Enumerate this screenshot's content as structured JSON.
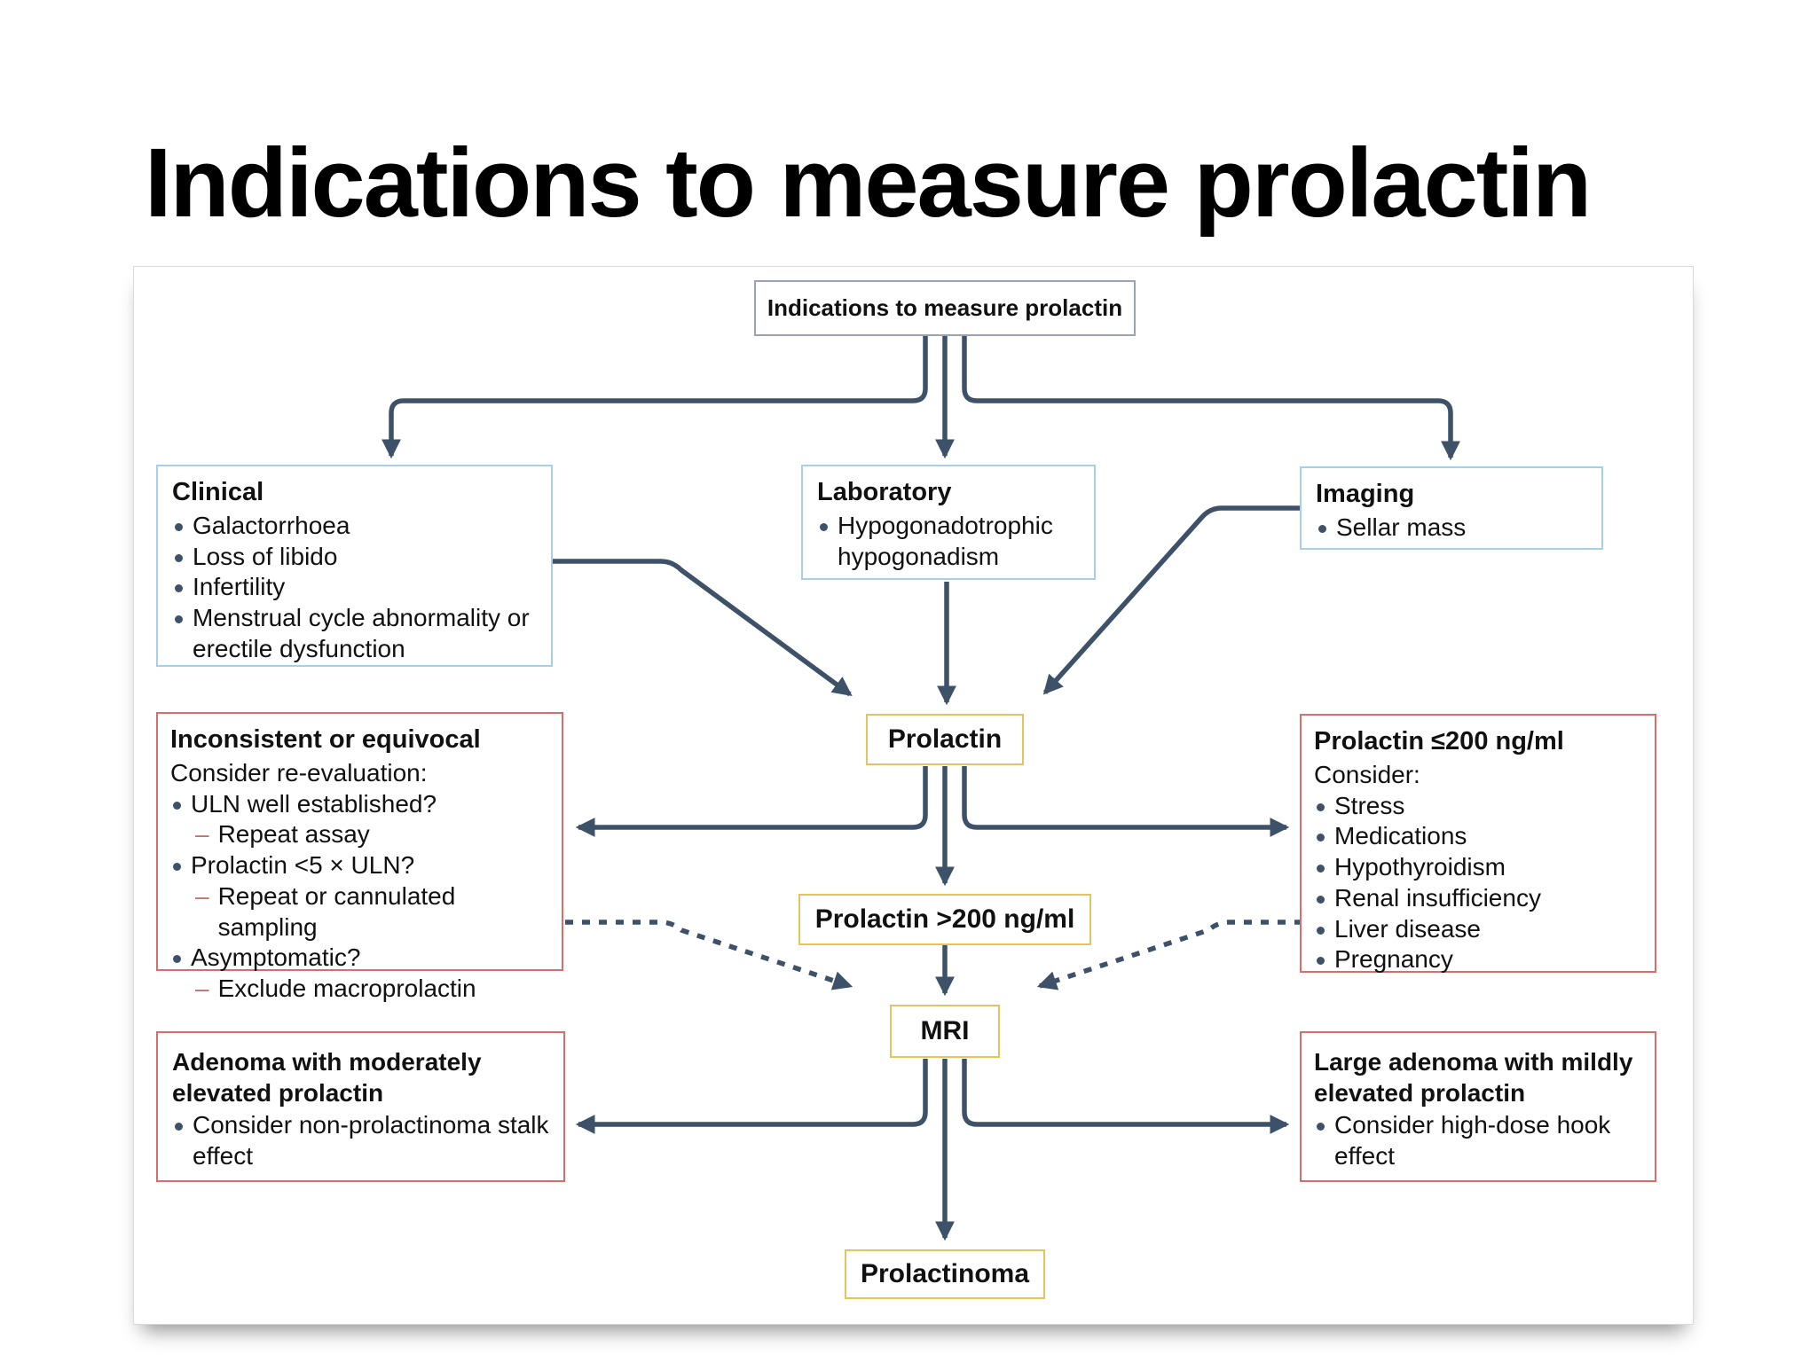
{
  "title": "Indications to measure prolactin",
  "glyphs": {
    "dash": "–"
  },
  "colors": {
    "line": "#3d5168",
    "blue_border": "#a6cfe9",
    "yellow_border": "#e8c25f",
    "red_border": "#da6c6c",
    "gray_border": "#99a3b4",
    "dash": "#c0736c",
    "bullet": "#3d5168"
  },
  "chart": {
    "root": {
      "label": "Indications to measure prolactin"
    },
    "clinical": {
      "heading": "Clinical",
      "items": [
        "Galactorrhoea",
        "Loss of libido",
        "Infertility",
        "Menstrual cycle abnormality or erectile dysfunction"
      ]
    },
    "laboratory": {
      "heading": "Laboratory",
      "items": [
        "Hypogonadotrophic hypogonadism"
      ]
    },
    "imaging": {
      "heading": "Imaging",
      "items": [
        "Sellar mass"
      ]
    },
    "prolactin": {
      "label": "Prolactin"
    },
    "inconsistent": {
      "heading": "Inconsistent or equivocal",
      "subheading": "Consider re-evaluation:",
      "items": [
        {
          "text": "ULN well established?",
          "sub": "Repeat assay"
        },
        {
          "text": "Prolactin <5 × ULN?",
          "sub": "Repeat or cannulated sampling"
        },
        {
          "text": "Asymptomatic?",
          "sub": "Exclude macroprolactin"
        }
      ]
    },
    "low": {
      "heading": "Prolactin ≤200 ng/ml",
      "subheading": "Consider:",
      "items": [
        "Stress",
        "Medications",
        "Hypothyroidism",
        "Renal insufficiency",
        "Liver disease",
        "Pregnancy"
      ]
    },
    "high": {
      "label": "Prolactin >200 ng/ml"
    },
    "mri": {
      "label": "MRI"
    },
    "adenoma": {
      "heading": "Adenoma with moderately elevated prolactin",
      "items": [
        "Consider non-prolactinoma stalk effect"
      ]
    },
    "large_adenoma": {
      "heading": "Large adenoma with mildly elevated prolactin",
      "items": [
        "Consider high-dose hook effect"
      ]
    },
    "prolactinoma": {
      "label": "Prolactinoma"
    }
  }
}
